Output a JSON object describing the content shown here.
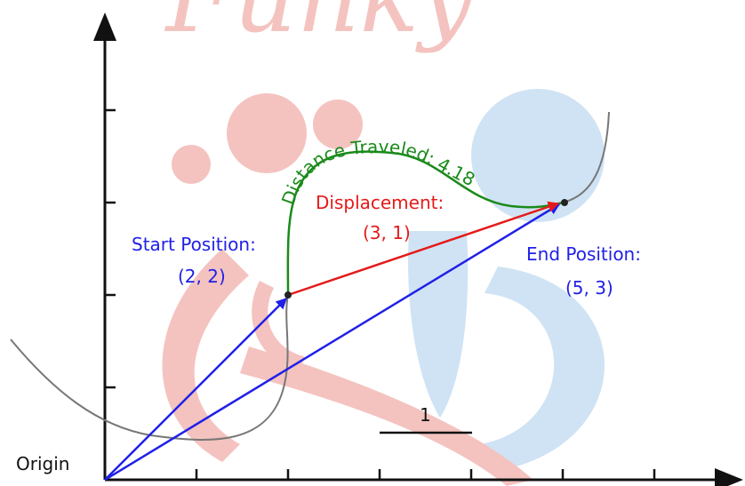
{
  "colors": {
    "axis": "#111111",
    "curve": "#777777",
    "path": "#1a8a1a",
    "displacement": "#e51a1a",
    "position": "#2020e8",
    "watermark_red": "#f4c3c0",
    "watermark_blue": "#cfe3f4"
  },
  "watermark": {
    "text": "Funky"
  },
  "labels": {
    "origin": "Origin",
    "start_title": "Start Position:",
    "start_coords": "(2, 2)",
    "end_title": "End Position:",
    "end_coords": "(5, 3)",
    "displacement_title": "Displacement:",
    "displacement_value": "(3, 1)",
    "distance": "Distance Traveled: 4.18",
    "scale": "1"
  },
  "points": {
    "origin": [
      0,
      0
    ],
    "start": [
      2,
      2
    ],
    "end": [
      5,
      3
    ]
  },
  "distance_traveled": 4.18,
  "icons": [
    "arrowhead-icon",
    "point-marker-icon"
  ]
}
